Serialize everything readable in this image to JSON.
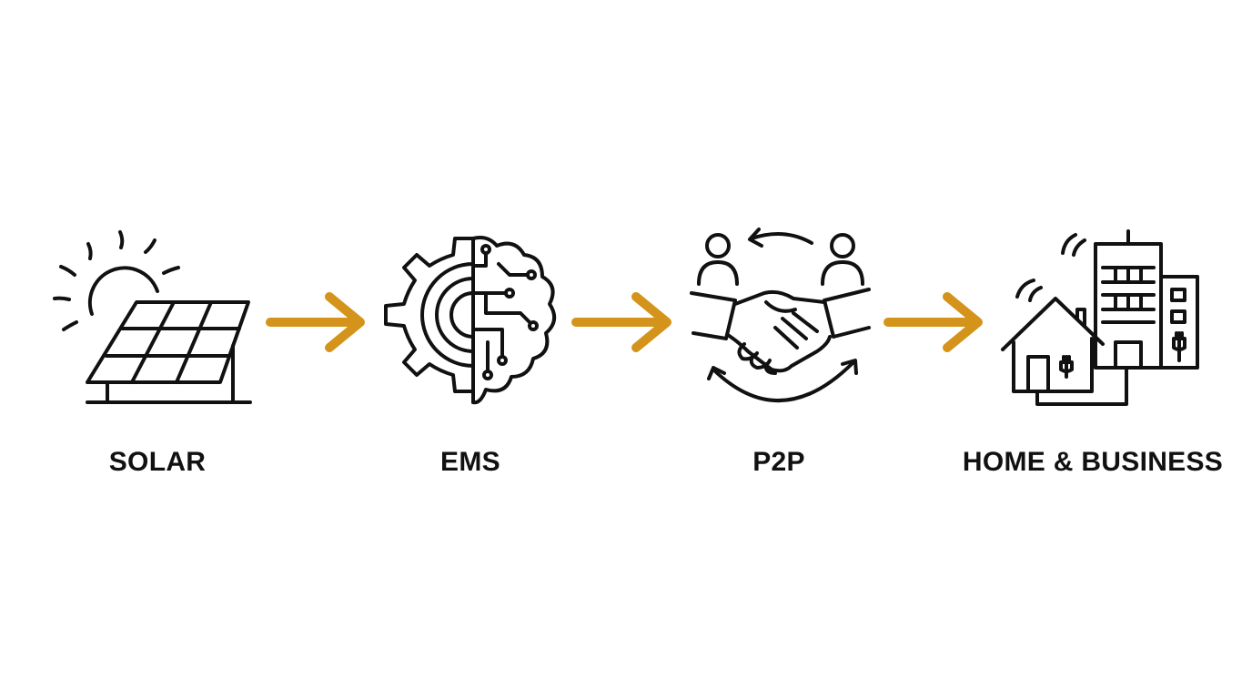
{
  "diagram": {
    "steps": [
      {
        "label": "SOLAR",
        "icon": "solar-panel-icon"
      },
      {
        "label": "EMS",
        "icon": "gear-brain-icon"
      },
      {
        "label": "P2P",
        "icon": "handshake-exchange-icon"
      },
      {
        "label": "HOME & BUSINESS",
        "icon": "home-business-icon"
      }
    ],
    "colors": {
      "arrow": "#D4941C",
      "stroke": "#111111",
      "background": "#FFFFFF"
    }
  }
}
